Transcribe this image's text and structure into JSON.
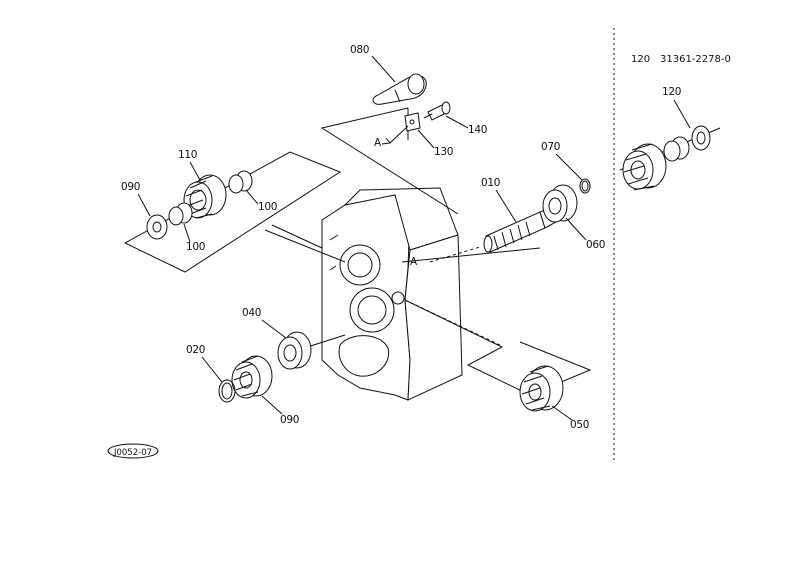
{
  "header": {
    "ref_number": "120",
    "part_number": "31361-2278-0"
  },
  "figure_code": "J0052-07",
  "labels": {
    "p080": "080",
    "p140": "140",
    "pA1": "A",
    "p130": "130",
    "p110": "110",
    "p090a": "090",
    "p100a": "100",
    "p100b": "100",
    "p070": "070",
    "p010": "010",
    "p060": "060",
    "pA2": "A",
    "p040": "040",
    "p020": "020",
    "p090b": "090",
    "p050": "050",
    "p120": "120"
  }
}
